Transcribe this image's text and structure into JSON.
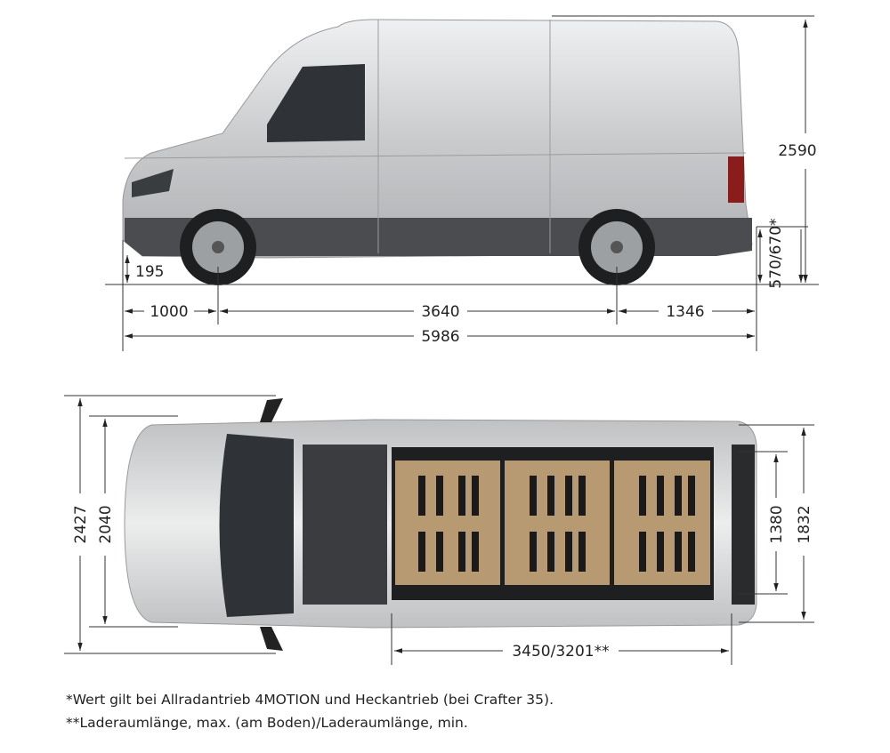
{
  "side_view": {
    "height_total": "2590",
    "ground_clearance": "195",
    "load_sill_height": "570/670*",
    "front_overhang": "1000",
    "wheelbase": "3640",
    "rear_overhang": "1346",
    "length_total": "5986"
  },
  "top_view": {
    "width_with_mirrors": "2427",
    "width_body": "2040",
    "cargo_width": "1832",
    "cargo_width_between_arches": "1380",
    "cargo_length": "3450/3201**"
  },
  "footnotes": [
    "*Wert gilt bei Allradantrieb 4MOTION und Heckantrieb (bei Crafter 35).",
    "**Laderaumlänge, max. (am Boden)/Laderaumlänge, min."
  ],
  "colors": {
    "body": "#cfd0d2",
    "lower": "#4a4c4f",
    "wood": "#b79a72"
  }
}
